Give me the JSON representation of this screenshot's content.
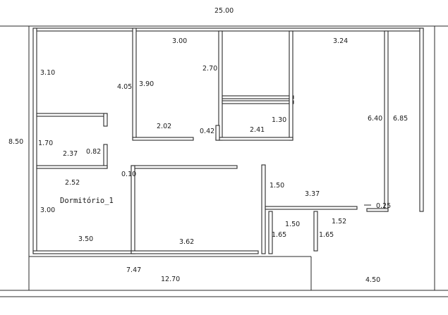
{
  "plan": {
    "room_label": "Dormitório_1",
    "dims": {
      "total_width": "25.00",
      "total_depth": "8.50",
      "left_upper_h": "3.10",
      "closet_w": "3.00",
      "hall_h": "2.70",
      "hall_wall_h": "4.05",
      "room_h": "3.90",
      "right_w": "3.24",
      "right_h1": "6.40",
      "right_h2": "6.85",
      "bath_h": "1.30",
      "bath_w": "2.41",
      "gap_w": "0.42",
      "room_w": "2.02",
      "small_h": "1.70",
      "small_w": "2.37",
      "small_gap": "0.82",
      "wall_t": "0.10",
      "dorm_w": "2.52",
      "stair_h": "1.50",
      "corridor_w": "3.37",
      "wall_gap": "0.25",
      "dorm_h": "3.00",
      "entry_w": "1.50",
      "entry_w2": "1.52",
      "step_h": "1.65",
      "step_h2": "1.65",
      "dorm_w2": "3.50",
      "living_w": "3.62",
      "front_w": "7.47",
      "front_total": "12.70",
      "garage_w": "4.50"
    }
  }
}
